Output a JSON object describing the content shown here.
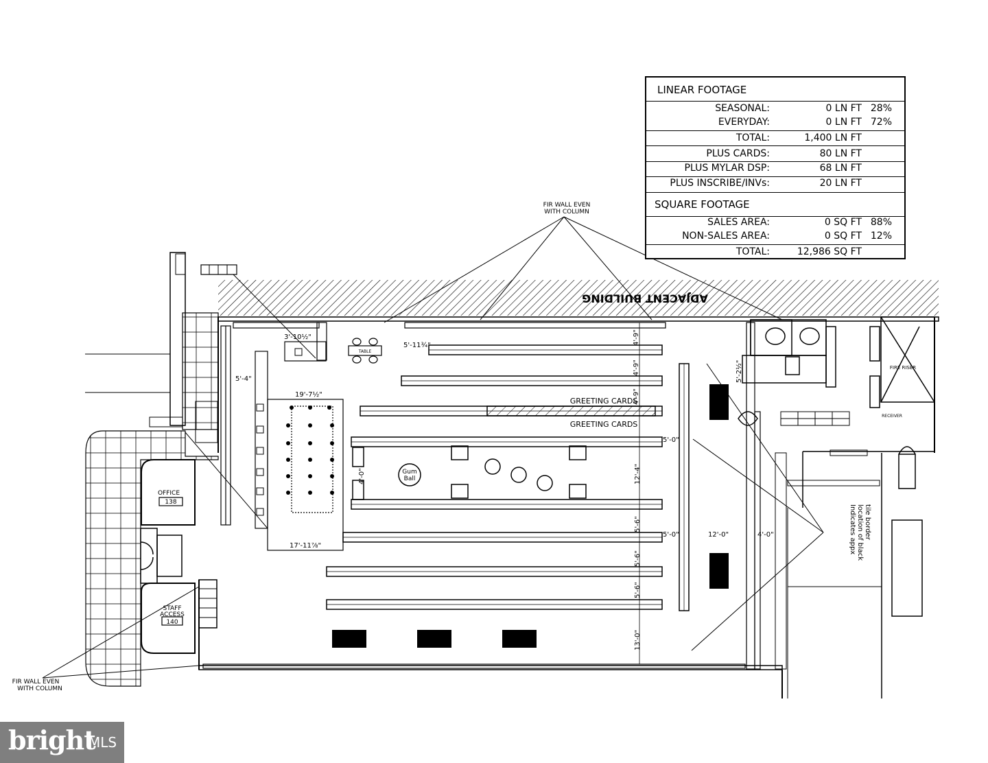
{
  "footage_table": {
    "linear_header": "LINEAR FOOTAGE",
    "linear_rows": [
      {
        "label": "SEASONAL:",
        "value": "0 LN FT",
        "pct": "28%"
      },
      {
        "label": "EVERYDAY:",
        "value": "0 LN FT",
        "pct": "72%"
      },
      {
        "label": "TOTAL:",
        "value": "1,400 LN FT",
        "pct": ""
      },
      {
        "label": "PLUS CARDS:",
        "value": "80 LN FT",
        "pct": ""
      },
      {
        "label": "PLUS MYLAR DSP:",
        "value": "68 LN FT",
        "pct": ""
      },
      {
        "label": "PLUS INSCRIBE/INVs:",
        "value": "20 LN FT",
        "pct": ""
      }
    ],
    "square_header": "SQUARE FOOTAGE",
    "square_rows": [
      {
        "label": "SALES AREA:",
        "value": "0 SQ FT",
        "pct": "88%"
      },
      {
        "label": "NON-SALES AREA:",
        "value": "0 SQ FT",
        "pct": "12%"
      },
      {
        "label": "TOTAL:",
        "value": "12,986 SQ FT",
        "pct": ""
      }
    ]
  },
  "notes": {
    "fir_wall_top": [
      "FIR WALL EVEN",
      "WITH COLUMN"
    ],
    "fir_wall_bottom": [
      "FIR WALL EVEN",
      "WITH COLUMN"
    ],
    "adjacent_building": "ADJACENT BUILDING",
    "indicates": [
      "Indicates appx",
      "location of black",
      "tile border"
    ]
  },
  "rooms": {
    "office": "OFFICE",
    "office_number": "138",
    "staff_access": [
      "STAFF",
      "ACCESS"
    ],
    "staff_number": "140",
    "fire_riser": "FIRE RISER",
    "receiver": "RECEIVER"
  },
  "labels": {
    "greeting_cards_top": "GREETING CARDS",
    "greeting_cards_bottom": "GREETING CARDS",
    "gum_ball": [
      "Gum",
      "Ball"
    ],
    "table": "TABLE",
    "dims": [
      "3'-10½\"",
      "5'-4\"",
      "19'-7½\"",
      "17'-11⅞\"",
      "5'-11¾\"",
      "4'-9\"",
      "4'-9\"",
      "4'-9\"",
      "5'-0\"",
      "12'-4\"",
      "4'-0\"",
      "5'-6\"",
      "5'-0\"",
      "12'-0\"",
      "4'-0\"",
      "5'-6\"",
      "5'-6\"",
      "13'-0\"",
      "5'-2½\""
    ]
  },
  "watermark": {
    "brand": "bright",
    "suffix": "MLS"
  }
}
